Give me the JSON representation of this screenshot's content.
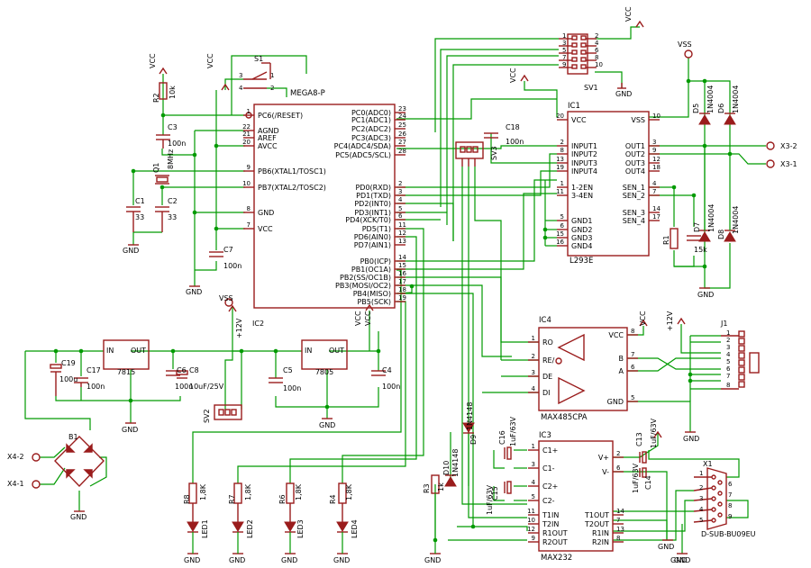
{
  "ic1": {
    "ref": "IC1",
    "part": "L293E",
    "left_pins": [
      [
        "20",
        "VCC"
      ],
      [
        "2",
        "INPUT1"
      ],
      [
        "8",
        "INPUT2"
      ],
      [
        "13",
        "INPUT3"
      ],
      [
        "19",
        "INPUT4"
      ],
      [
        "1",
        "1-2EN"
      ],
      [
        "11",
        "3-4EN"
      ],
      [
        "5",
        "GND1"
      ],
      [
        "6",
        "GND2"
      ],
      [
        "15",
        "GND3"
      ],
      [
        "16",
        "GND4"
      ]
    ],
    "right_pins": [
      [
        "10",
        "VSS"
      ],
      [
        "3",
        "OUT1"
      ],
      [
        "9",
        "OUT2"
      ],
      [
        "12",
        "OUT3"
      ],
      [
        "18",
        "OUT4"
      ],
      [
        "4",
        "SEN_1"
      ],
      [
        "7",
        "SEN_2"
      ],
      [
        "14",
        "SEN_3"
      ],
      [
        "17",
        "SEN_4"
      ]
    ]
  },
  "mcu": {
    "part": "MEGA8-P",
    "left_pins": [
      [
        "1",
        "PC6(/RESET)"
      ],
      [
        "22",
        "AGND"
      ],
      [
        "21",
        "AREF"
      ],
      [
        "20",
        "AVCC"
      ],
      [
        "9",
        "PB6(XTAL1/TOSC1)"
      ],
      [
        "10",
        "PB7(XTAL2/TOSC2)"
      ],
      [
        "8",
        "GND"
      ],
      [
        "7",
        "VCC"
      ]
    ],
    "right_pins": [
      [
        "23",
        "PC0(ADC0)"
      ],
      [
        "24",
        "PC1(ADC1)"
      ],
      [
        "25",
        "PC2(ADC2)"
      ],
      [
        "26",
        "PC3(ADC3)"
      ],
      [
        "27",
        "PC4(ADC4/SDA)"
      ],
      [
        "28",
        "PC5(ADC5/SCL)"
      ],
      [
        "2",
        "PD0(RXD)"
      ],
      [
        "3",
        "PD1(TXD)"
      ],
      [
        "4",
        "PD2(INT0)"
      ],
      [
        "5",
        "PD3(INT1)"
      ],
      [
        "6",
        "PD4(XCK/T0)"
      ],
      [
        "11",
        "PD5(T1)"
      ],
      [
        "12",
        "PD6(AIN0)"
      ],
      [
        "13",
        "PD7(AIN1)"
      ],
      [
        "14",
        "PB0(ICP)"
      ],
      [
        "15",
        "PB1(OC1A)"
      ],
      [
        "16",
        "PB2(SS/OC1B)"
      ],
      [
        "17",
        "PB3(MOSI/OC2)"
      ],
      [
        "18",
        "PB4(MISO)"
      ],
      [
        "19",
        "PB5(SCK)"
      ]
    ]
  },
  "ic4": {
    "ref": "IC4",
    "part": "MAX485CPA",
    "left_pins": [
      [
        "1",
        "RO"
      ],
      [
        "2",
        "RE/"
      ],
      [
        "3",
        "DE"
      ],
      [
        "4",
        "DI"
      ]
    ],
    "right_pins": [
      [
        "8",
        "VCC"
      ],
      [
        "7",
        "B"
      ],
      [
        "6",
        "A"
      ],
      [
        "5",
        "GND"
      ]
    ]
  },
  "ic3": {
    "ref": "IC3",
    "part": "MAX232",
    "left_pins": [
      [
        "1",
        "C1+"
      ],
      [
        "3",
        "C1-"
      ],
      [
        "4",
        "C2+"
      ],
      [
        "5",
        "C2-"
      ],
      [
        "11",
        "T1IN"
      ],
      [
        "10",
        "T2IN"
      ],
      [
        "12",
        "R1OUT"
      ],
      [
        "9",
        "R2OUT"
      ]
    ],
    "right_pins": [
      [
        "2",
        "V+"
      ],
      [
        "6",
        "V-"
      ],
      [
        "14",
        "T1OUT"
      ],
      [
        "7",
        "T2OUT"
      ],
      [
        "13",
        "R1IN"
      ],
      [
        "8",
        "R2IN"
      ]
    ]
  },
  "reg1": {
    "ref": "7815",
    "in": "IN",
    "out": "OUT"
  },
  "reg2": {
    "ref": "7805",
    "in": "IN",
    "out": "OUT"
  },
  "labels": [
    {
      "id": "sv1",
      "text": "SV1"
    },
    {
      "id": "sv1-p1",
      "text": "1"
    },
    {
      "id": "sv1-p3",
      "text": "3"
    },
    {
      "id": "sv1-p5",
      "text": "5"
    },
    {
      "id": "sv1-p7",
      "text": "7"
    },
    {
      "id": "sv1-p9",
      "text": "9"
    },
    {
      "id": "sv1-p2",
      "text": "2"
    },
    {
      "id": "sv1-p4",
      "text": "4"
    },
    {
      "id": "sv1-p6",
      "text": "6"
    },
    {
      "id": "sv1-p8",
      "text": "8"
    },
    {
      "id": "sv1-p10",
      "text": "10"
    },
    {
      "id": "vcc-sv1",
      "text": "VCC"
    },
    {
      "id": "gnd-sv1",
      "text": "GND"
    },
    {
      "id": "vcc-r2",
      "text": "VCC"
    },
    {
      "id": "r2",
      "text": "R2"
    },
    {
      "id": "r2v",
      "text": "10k"
    },
    {
      "id": "vcc-mcu",
      "text": "VCC"
    },
    {
      "id": "s1",
      "text": "S1"
    },
    {
      "id": "s1-p3",
      "text": "3"
    },
    {
      "id": "s1-p4",
      "text": "4"
    },
    {
      "id": "s1-p1",
      "text": "1"
    },
    {
      "id": "s1-p2",
      "text": "2"
    },
    {
      "id": "c3",
      "text": "C3"
    },
    {
      "id": "c3v",
      "text": "100n"
    },
    {
      "id": "q1",
      "text": "Q1"
    },
    {
      "id": "q1v",
      "text": "8MHz"
    },
    {
      "id": "c1",
      "text": "C1"
    },
    {
      "id": "c1v",
      "text": "33"
    },
    {
      "id": "c2",
      "text": "C2"
    },
    {
      "id": "c2v",
      "text": "33"
    },
    {
      "id": "gnd-c1",
      "text": "GND"
    },
    {
      "id": "c7",
      "text": "C7"
    },
    {
      "id": "c7v",
      "text": "100n"
    },
    {
      "id": "gnd-mcu",
      "text": "GND"
    },
    {
      "id": "vcc-mcu-r",
      "text": "VCC"
    },
    {
      "id": "vcc-l293",
      "text": "VCC"
    },
    {
      "id": "c18",
      "text": "C18"
    },
    {
      "id": "c18v",
      "text": "100n"
    },
    {
      "id": "sv3",
      "text": "SV3"
    },
    {
      "id": "vss-top",
      "text": "VSS"
    },
    {
      "id": "d5",
      "text": "D5"
    },
    {
      "id": "d5v",
      "text": "1N4004"
    },
    {
      "id": "d6",
      "text": "D6"
    },
    {
      "id": "d6v",
      "text": "1N4004"
    },
    {
      "id": "d7",
      "text": "D7"
    },
    {
      "id": "d7v",
      "text": "1N4004"
    },
    {
      "id": "d8",
      "text": "D8"
    },
    {
      "id": "d8v",
      "text": "1N4004"
    },
    {
      "id": "r1",
      "text": "R1"
    },
    {
      "id": "r1v",
      "text": "15k"
    },
    {
      "id": "gnd-r1",
      "text": "GND"
    },
    {
      "id": "x32",
      "text": "X3-2"
    },
    {
      "id": "x31",
      "text": "X3-1"
    },
    {
      "id": "vss-reg",
      "text": "VSS"
    },
    {
      "id": "ic2",
      "text": "IC2"
    },
    {
      "id": "v12a",
      "text": "+12V"
    },
    {
      "id": "sv2",
      "text": "SV2"
    },
    {
      "id": "c19",
      "text": "C19"
    },
    {
      "id": "c19v",
      "text": "100u"
    },
    {
      "id": "c17",
      "text": "C17"
    },
    {
      "id": "c17v",
      "text": "100n"
    },
    {
      "id": "c6",
      "text": "C6"
    },
    {
      "id": "c6v",
      "text": "100n"
    },
    {
      "id": "c8",
      "text": "C8"
    },
    {
      "id": "c8v",
      "text": "10uF/25V"
    },
    {
      "id": "c5",
      "text": "C5"
    },
    {
      "id": "c5v",
      "text": "100n"
    },
    {
      "id": "c4",
      "text": "C4"
    },
    {
      "id": "c4v",
      "text": "100n"
    },
    {
      "id": "gnd-reg1",
      "text": "GND"
    },
    {
      "id": "gnd-reg2",
      "text": "GND"
    },
    {
      "id": "vcc-reg2",
      "text": "VCC"
    },
    {
      "id": "b1",
      "text": "B1"
    },
    {
      "id": "x42",
      "text": "X4-2"
    },
    {
      "id": "x41",
      "text": "X4-1"
    },
    {
      "id": "gnd-b1",
      "text": "GND"
    },
    {
      "id": "vcc-485",
      "text": "VCC"
    },
    {
      "id": "v12b",
      "text": "+12V"
    },
    {
      "id": "j1",
      "text": "J1"
    },
    {
      "id": "j1-1",
      "text": "1"
    },
    {
      "id": "j1-2",
      "text": "2"
    },
    {
      "id": "j1-3",
      "text": "3"
    },
    {
      "id": "j1-4",
      "text": "4"
    },
    {
      "id": "j1-5",
      "text": "5"
    },
    {
      "id": "j1-6",
      "text": "6"
    },
    {
      "id": "j1-7",
      "text": "7"
    },
    {
      "id": "j1-8",
      "text": "8"
    },
    {
      "id": "gnd-485",
      "text": "GND"
    },
    {
      "id": "d9",
      "text": "D9"
    },
    {
      "id": "d9v",
      "text": "1N4148"
    },
    {
      "id": "d10",
      "text": "D10"
    },
    {
      "id": "d10v",
      "text": "1N4148"
    },
    {
      "id": "r3",
      "text": "R3"
    },
    {
      "id": "r3v",
      "text": "1k"
    },
    {
      "id": "c16",
      "text": "C16"
    },
    {
      "id": "c16v",
      "text": "1uF/63V"
    },
    {
      "id": "c15",
      "text": "C15"
    },
    {
      "id": "c15v",
      "text": "1uF/63V"
    },
    {
      "id": "c13",
      "text": "C13"
    },
    {
      "id": "c13v",
      "text": "1uF/63V"
    },
    {
      "id": "c14",
      "text": "C14"
    },
    {
      "id": "c14v",
      "text": "1uF/63V"
    },
    {
      "id": "gnd-c13",
      "text": "GND"
    },
    {
      "id": "gnd-232",
      "text": "GND"
    },
    {
      "id": "gnd-x1",
      "text": "GND"
    },
    {
      "id": "gnd-r3",
      "text": "GND"
    },
    {
      "id": "x1",
      "text": "X1"
    },
    {
      "id": "x1v",
      "text": "D-SUB-BU09EU"
    },
    {
      "id": "x1-1",
      "text": "1"
    },
    {
      "id": "x1-2",
      "text": "2"
    },
    {
      "id": "x1-3",
      "text": "3"
    },
    {
      "id": "x1-4",
      "text": "4"
    },
    {
      "id": "x1-5",
      "text": "5"
    },
    {
      "id": "x1-6",
      "text": "6"
    },
    {
      "id": "x1-7",
      "text": "7"
    },
    {
      "id": "x1-8",
      "text": "8"
    },
    {
      "id": "x1-9",
      "text": "9"
    },
    {
      "id": "r8",
      "text": "R8"
    },
    {
      "id": "r8v",
      "text": "1,8K"
    },
    {
      "id": "r7",
      "text": "R7"
    },
    {
      "id": "r7v",
      "text": "1,8K"
    },
    {
      "id": "r6",
      "text": "R6"
    },
    {
      "id": "r6v",
      "text": "1,8K"
    },
    {
      "id": "r4",
      "text": "R4"
    },
    {
      "id": "r4v",
      "text": "1,8K"
    },
    {
      "id": "led1",
      "text": "LED1"
    },
    {
      "id": "led2",
      "text": "LED2"
    },
    {
      "id": "led3",
      "text": "LED3"
    },
    {
      "id": "led4",
      "text": "LED4"
    },
    {
      "id": "gnd-l1",
      "text": "GND"
    },
    {
      "id": "gnd-l2",
      "text": "GND"
    },
    {
      "id": "gnd-l3",
      "text": "GND"
    },
    {
      "id": "gnd-l4",
      "text": "GND"
    }
  ]
}
